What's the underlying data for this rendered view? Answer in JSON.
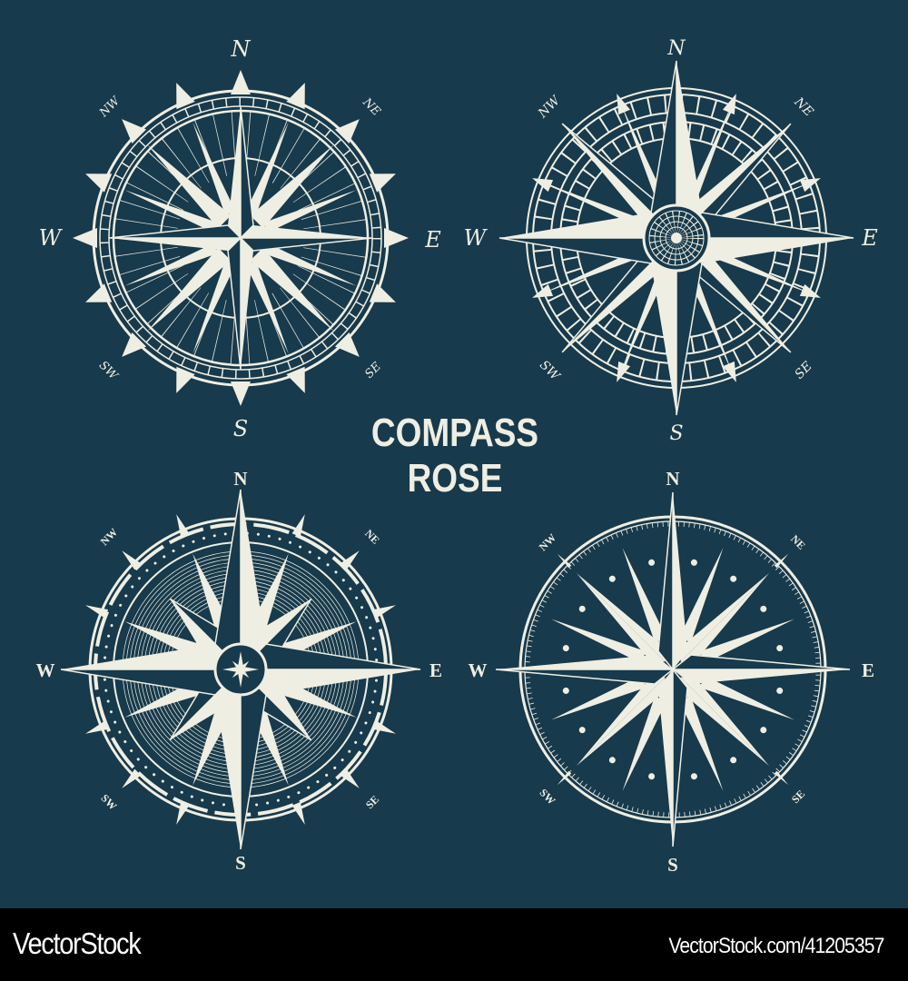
{
  "title": {
    "line1": "COMPASS",
    "line2": "ROSE"
  },
  "colors": {
    "background": "#173a4c",
    "ink": "#efeee2",
    "footer_background": "#000000",
    "footer_text": "#ffffff"
  },
  "compasses": [
    {
      "id": "top-left",
      "style": "script-labels, 16-point star, ticked double ring with outer triangular points",
      "labels": {
        "n": "N",
        "ne": "NE",
        "e": "E",
        "se": "SE",
        "s": "S",
        "sw": "SW",
        "w": "W",
        "nw": "NW"
      }
    },
    {
      "id": "top-right",
      "style": "script-labels, 8-point star with hatched center disc, segmented rings",
      "labels": {
        "n": "N",
        "ne": "NE",
        "e": "E",
        "se": "SE",
        "s": "S",
        "sw": "SW",
        "w": "W",
        "nw": "NW"
      }
    },
    {
      "id": "bottom-left",
      "style": "serif-labels, 16-point star with star medallion center, dotted ring, striped inner disc",
      "labels": {
        "n": "N",
        "ne": "NE",
        "e": "E",
        "se": "SE",
        "s": "S",
        "sw": "SW",
        "w": "W",
        "nw": "NW"
      }
    },
    {
      "id": "bottom-right",
      "style": "serif-labels, 16-point star, tick ring, dots between points",
      "labels": {
        "n": "N",
        "ne": "NE",
        "e": "E",
        "se": "SE",
        "s": "S",
        "sw": "SW",
        "w": "W",
        "nw": "NW"
      }
    }
  ],
  "footer": {
    "brand": "VectorStock",
    "url": "VectorStock.com/41205357"
  }
}
